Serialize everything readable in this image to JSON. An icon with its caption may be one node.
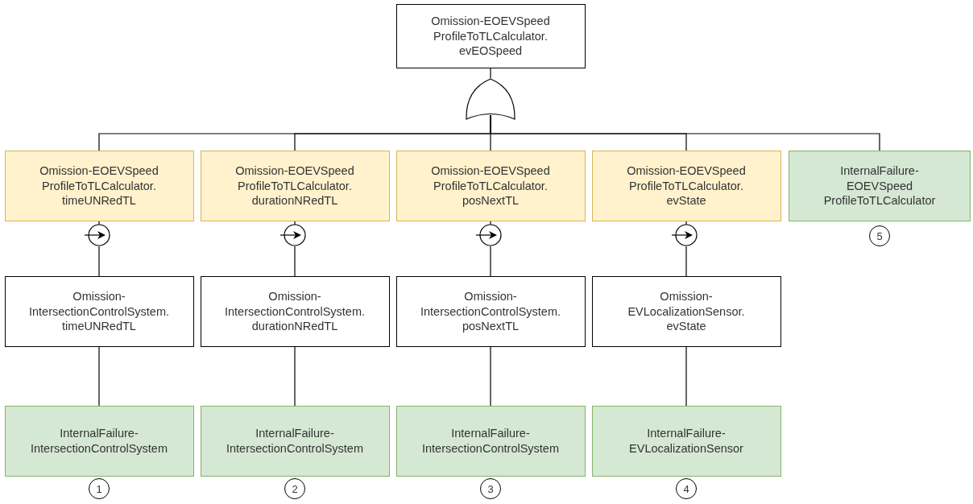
{
  "diagram": {
    "nodes": [
      {
        "text": [
          "Omission-EOEVSpeed ProfileToTLCalculator. evEOSpeed"
        ]
      },
      {
        "text": [],
        "shape": "gate"
      },
      {
        "text": [
          "Omission-EOEVSpeed ProfileToTLCalculator. timeUNRedTL"
        ]
      },
      {
        "text": [
          "Omission-EOEVSpeed ProfileToTLCalculator. durationNRedTL"
        ]
      },
      {
        "text": [
          "Omission-EOEVSpeed ProfileToTLCalculator. posNextTL"
        ]
      },
      {
        "text": [
          "Omission-EOEVSpeed ProfileToTLCalculator. evState"
        ]
      },
      {
        "text": [
          "InternalFailure- EOEVSpeed ProfileToTLCalculator"
        ]
      },
      {
        "text": [],
        "shape": "circle"
      },
      {
        "text": [],
        "shape": "circle"
      },
      {
        "text": [],
        "shape": "circle"
      },
      {
        "text": [],
        "shape": "circle"
      },
      {
        "text": [
          "5"
        ]
      },
      {
        "text": [
          "Omission- IntersectionControlSystem. timeUNRedTL"
        ]
      },
      {
        "text": [
          "Omission- IntersectionControlSystem. durationNRedTL"
        ]
      },
      {
        "text": [
          "Omission- IntersectionControlSystem. posNextTL"
        ]
      },
      {
        "text": [
          "Omission- EVLocalizationSensor. evState"
        ]
      },
      {
        "text": [
          "InternalFailure- IntersectionControlSystem"
        ]
      },
      {
        "text": [
          "InternalFailure- IntersectionControlSystem"
        ]
      },
      {
        "text": [
          "InternalFailure- IntersectionControlSystem"
        ]
      },
      {
        "text": [
          "InternalFailure- EVLocalizationSensor"
        ]
      },
      {
        "text": [
          "1"
        ]
      },
      {
        "text": [
          "2"
        ]
      },
      {
        "text": [
          "3"
        ]
      },
      {
        "text": [
          "4"
        ]
      }
    ],
    "edges": [
      {
        "from": 0,
        "to": 1,
        "arrow": "none"
      },
      {
        "from": 1,
        "to": 2,
        "arrow": "none"
      },
      {
        "from": 1,
        "to": 3,
        "arrow": "none"
      },
      {
        "from": 1,
        "to": 4,
        "arrow": "none"
      },
      {
        "from": 1,
        "to": 5,
        "arrow": "none"
      },
      {
        "from": 1,
        "to": 6,
        "arrow": "none"
      },
      {
        "from": 2,
        "to": 7,
        "arrow": "none"
      },
      {
        "from": 3,
        "to": 8,
        "arrow": "none"
      },
      {
        "from": 4,
        "to": 9,
        "arrow": "none"
      },
      {
        "from": 5,
        "to": 10,
        "arrow": "none"
      },
      {
        "from": 7,
        "to": 12,
        "arrow": "none"
      },
      {
        "from": 8,
        "to": 13,
        "arrow": "none"
      },
      {
        "from": 9,
        "to": 14,
        "arrow": "none"
      },
      {
        "from": 10,
        "to": 15,
        "arrow": "none"
      },
      {
        "from": 12,
        "to": 16,
        "arrow": "none"
      },
      {
        "from": 13,
        "to": 17,
        "arrow": "none"
      },
      {
        "from": 14,
        "to": 18,
        "arrow": "none"
      },
      {
        "from": 15,
        "to": 19,
        "arrow": "none"
      }
    ]
  }
}
